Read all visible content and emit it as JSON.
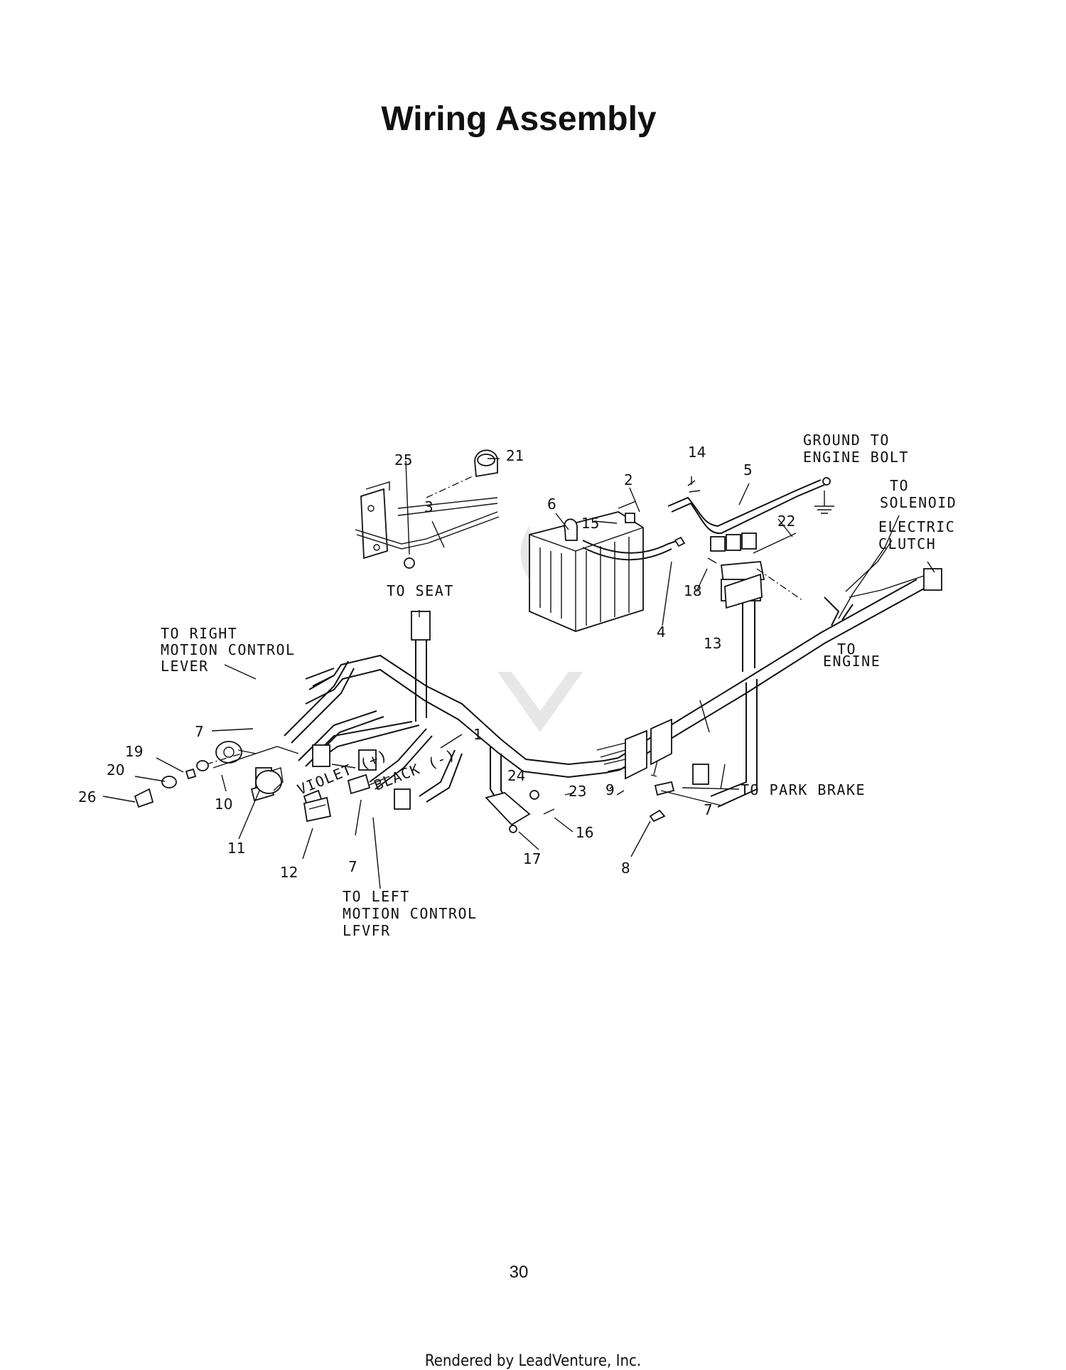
{
  "title": "Wiring Assembly",
  "page_number": "30",
  "footer": "Rendered by LeadVenture, Inc.",
  "callouts": {
    "ground_to_engine_bolt": [
      "GROUND TO",
      "ENGINE BOLT"
    ],
    "to_solenoid": [
      "TO",
      "SOLENOID"
    ],
    "electric_clutch": [
      "ELECTRIC",
      "CLUTCH"
    ],
    "to_seat": "TO SEAT",
    "to_right_motion_control_lever": [
      "TO RIGHT",
      "MOTION CONTROL",
      "LEVER"
    ],
    "to_engine": [
      "TO",
      "ENGINE"
    ],
    "violet": "VIOLET (+)",
    "black": "BLACK (-)",
    "to_park_brake": "TO PARK BRAKE",
    "to_left_motion_control": [
      "TO LEFT",
      "MOTION CONTROL",
      "LFVFR"
    ]
  },
  "part_numbers": {
    "p1": "1",
    "p2": "2",
    "p3": "3",
    "p4": "4",
    "p5": "5",
    "p6": "6",
    "p7a": "7",
    "p7b": "7",
    "p7c": "7",
    "p8": "8",
    "p9": "9",
    "p10": "10",
    "p11": "11",
    "p12": "12",
    "p13": "13",
    "p14": "14",
    "p15": "15",
    "p16": "16",
    "p17": "17",
    "p18": "18",
    "p19": "19",
    "p20": "20",
    "p21": "21",
    "p22": "22",
    "p23": "23",
    "p24": "24",
    "p25": "25",
    "p26": "26"
  }
}
